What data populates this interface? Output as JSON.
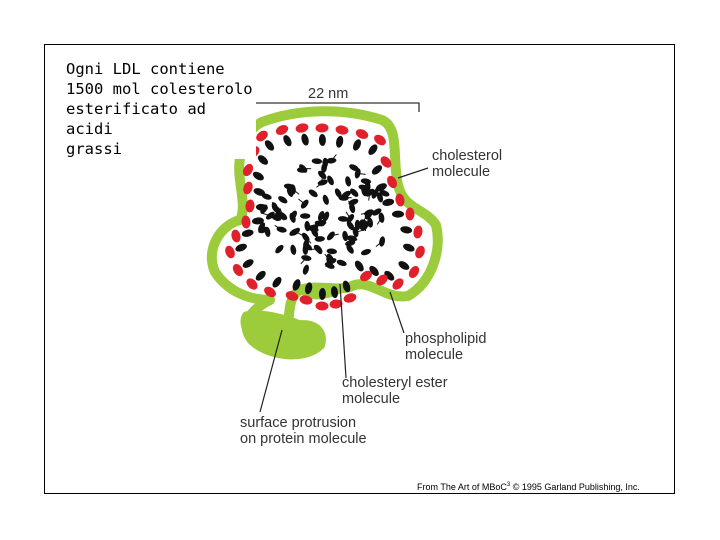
{
  "note": {
    "text": "Ogni LDL contiene\n1500 mol colesterolo\nesterificato ad acidi\ngrassi"
  },
  "diagram": {
    "scale_label": "22 nm",
    "labels": {
      "cholesterol": "cholesterol\nmolecule",
      "phospholipid": "phospholipid\nmolecule",
      "cholesteryl_ester": "cholesteryl ester\nmolecule",
      "protrusion": "surface protrusion\non protein molecule"
    },
    "colors": {
      "protein": "#9ccc3c",
      "phospholipid_head": "#e0202a",
      "lipid": "#111111",
      "leader_line": "#222222"
    }
  },
  "credit": {
    "prefix": "From The Art of MBoC",
    "sup": "3",
    "suffix": " © 1995 Garland Publishing, Inc."
  }
}
